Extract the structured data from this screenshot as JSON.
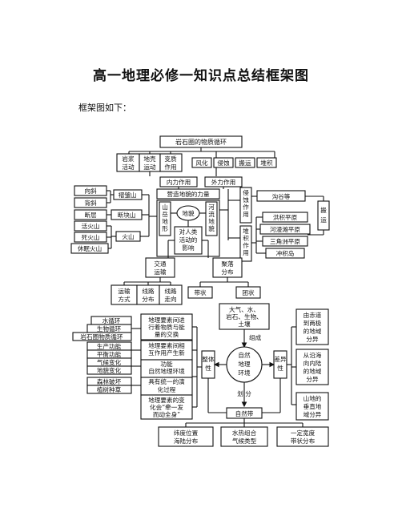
{
  "doc": {
    "title": "高一地理必修一知识点总结框架图",
    "intro": "框架图如下："
  },
  "d1": {
    "cycle": "岩石圈的物质循环",
    "magma": [
      "岩浆",
      "活动"
    ],
    "crust": [
      "地壳",
      "运动"
    ],
    "meta": [
      "变质",
      "作用"
    ],
    "weathering": "风化",
    "erosion": "侵蚀",
    "transport": "搬运",
    "deposit": "堆积",
    "internal": "内力作用",
    "external": "外力作用",
    "shaping": "营造地貌的力量",
    "syncline": "向斜",
    "anticline": "背斜",
    "fault": "断层",
    "fold_mtn": "褶皱山",
    "block_mtn": "断块山",
    "active_v": "活火山",
    "extinct_v": "死火山",
    "dormant_v": "休眠火山",
    "volcano": "火山",
    "mtn_land": "山岳地形",
    "river_land": "河流地貌",
    "landform": "地貌",
    "human": [
      "对人类",
      "活动的",
      "影响"
    ],
    "erosion_act": "侵蚀作用",
    "deposit_act": "堆积作用",
    "valley": "沟谷等",
    "alluvial": "洪积平原",
    "floodplain": "河漫滩平原",
    "delta": "三角洲平原",
    "islands": "冲积岛",
    "carry": "搬运",
    "traffic": [
      "交通",
      "运输"
    ],
    "settle": [
      "聚落",
      "分布"
    ],
    "mode": [
      "运输",
      "方式"
    ],
    "route_dist": [
      "线路",
      "分布"
    ],
    "route_dir": [
      "线路",
      "走向"
    ],
    "belt": "带状",
    "cluster": "团状"
  },
  "d2": {
    "left": [
      "水循环",
      "生物循环",
      "岩石圈物质循环",
      "生产功能",
      "平衡功能",
      "气候变化",
      "地貌变化",
      "森林破坏",
      "植树种草"
    ],
    "mid1": [
      "地理要素间进",
      "行着物质与能",
      "量的交换"
    ],
    "mid2": [
      "地理要素间相",
      "互作用产生新",
      "功能"
    ],
    "mid3": [
      "自然地理环境",
      "具有统一的演",
      "化过程"
    ],
    "mid4": [
      "地理要素的变",
      "化会“牵一发",
      "而动全身”"
    ],
    "elements": [
      "大气、水、",
      "岩石、生物、",
      "土壤"
    ],
    "compose": "组成",
    "env": [
      "自然",
      "地理",
      "环境"
    ],
    "whole": [
      "整体",
      "性"
    ],
    "diff": [
      "差异",
      "性"
    ],
    "divide": "划  分",
    "zone": "自然带",
    "r1": [
      "由赤道",
      "到两极",
      "的地域",
      "分异"
    ],
    "r2": [
      "从沿海",
      "向内陆",
      "的地域",
      "分异"
    ],
    "r3": [
      "山地的",
      "垂直地",
      "域分异"
    ],
    "b1": [
      "纬度位置",
      "海陆分布"
    ],
    "b2": [
      "水热组合",
      "气候类型"
    ],
    "b3": [
      "一定宽度",
      "带状分布"
    ]
  }
}
